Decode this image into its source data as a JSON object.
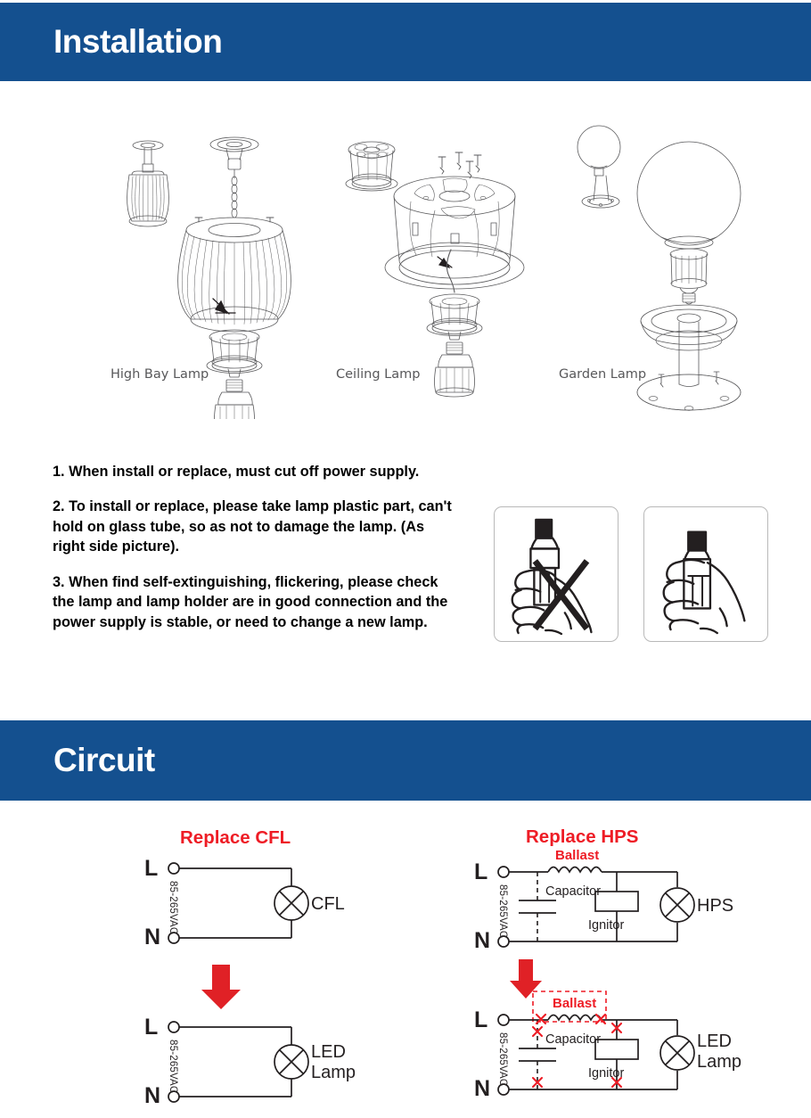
{
  "sections": {
    "installation": {
      "title": "Installation"
    },
    "circuit": {
      "title": "Circuit"
    }
  },
  "colors": {
    "banner_blue": "#14508f",
    "accent_red": "#ee1c25",
    "line_black": "#231f20",
    "caption_gray": "#58585a"
  },
  "illustrations": {
    "lamps": [
      {
        "id": "high-bay-lamp",
        "caption": "High Bay Lamp"
      },
      {
        "id": "ceiling-lamp",
        "caption": "Ceiling Lamp"
      },
      {
        "id": "garden-lamp",
        "caption": "Garden Lamp"
      }
    ]
  },
  "instructions": [
    "1. When install or replace, must cut off power supply.",
    "2. To install or replace, please take lamp plastic part, can't hold on glass tube, so as not to damage the lamp. (As right side picture).",
    "3. When find self-extinguishing, flickering, please check the lamp and lamp holder are in good connection and the power supply is stable, or need to change a new lamp."
  ],
  "hand_boxes": [
    {
      "id": "grip-glass-tube-wrong",
      "marker": "X"
    },
    {
      "id": "grip-plastic-base-correct",
      "marker": ""
    }
  ],
  "circuit_data": {
    "type": "diagram",
    "columns": [
      {
        "id": "replace-cfl",
        "heading": "Replace CFL",
        "before": {
          "supply_label": "85-265VAC",
          "terminals": [
            "L",
            "N"
          ],
          "lamp_label": "CFL",
          "components": []
        },
        "after": {
          "supply_label": "85-265VAC",
          "terminals": [
            "L",
            "N"
          ],
          "lamp_label": "LED Lamp",
          "lamp_label_lines": [
            "LED",
            "Lamp"
          ],
          "components": []
        },
        "transition": "down-arrow"
      },
      {
        "id": "replace-hps",
        "heading": "Replace HPS",
        "before": {
          "supply_label": "85-265VAC",
          "terminals": [
            "L",
            "N"
          ],
          "lamp_label": "HPS",
          "components": [
            {
              "name": "Ballast",
              "type": "inductor",
              "highlight": "red"
            },
            {
              "name": "Capacitor",
              "type": "capacitor",
              "highlight": "none"
            },
            {
              "name": "Ignitor",
              "type": "rectangle",
              "highlight": "none"
            }
          ]
        },
        "after": {
          "supply_label": "85-265VAC",
          "terminals": [
            "L",
            "N"
          ],
          "lamp_label": "LED Lamp",
          "lamp_label_lines": [
            "LED",
            "Lamp"
          ],
          "components": [
            {
              "name": "Ballast",
              "type": "inductor",
              "highlight": "red",
              "removed": true
            },
            {
              "name": "Capacitor",
              "type": "capacitor",
              "highlight": "none",
              "removed": true
            },
            {
              "name": "Ignitor",
              "type": "rectangle",
              "highlight": "none",
              "removed": true
            }
          ],
          "removal_marker": "X"
        },
        "transition": "down-arrow"
      }
    ]
  }
}
